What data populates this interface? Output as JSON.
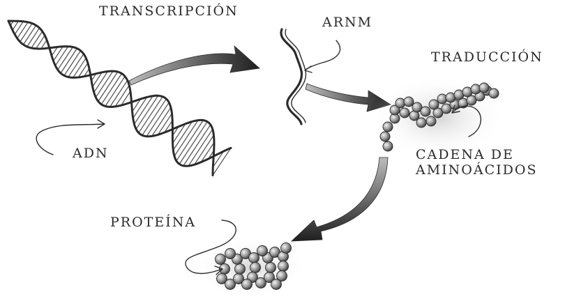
{
  "labels": {
    "transcription": "TRANSCRIPCIÓN",
    "mrna": "ARNM",
    "translation": "TRADUCCIÓN",
    "dna": "ADN",
    "amino_chain_line1": "CADENA DE",
    "amino_chain_line2": "AMINOÁCIDOS",
    "protein": "PROTEÍNA"
  },
  "colors": {
    "ink": "#2b2b2b",
    "bead": "#9a9a9a",
    "background": "#ffffff"
  }
}
